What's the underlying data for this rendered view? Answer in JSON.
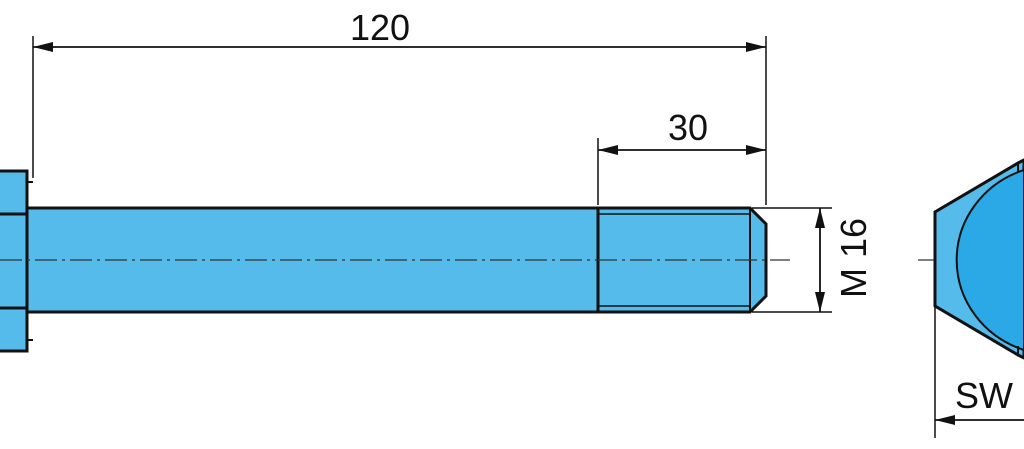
{
  "drawing": {
    "fill_color": "#55BBEA",
    "fill_color_dark": "#2AA9E6",
    "line_color": "#111111",
    "dimensions": {
      "overall_length": "120",
      "thread_length": "30",
      "thread_size": "M 16",
      "wrench_size": "SW"
    }
  }
}
